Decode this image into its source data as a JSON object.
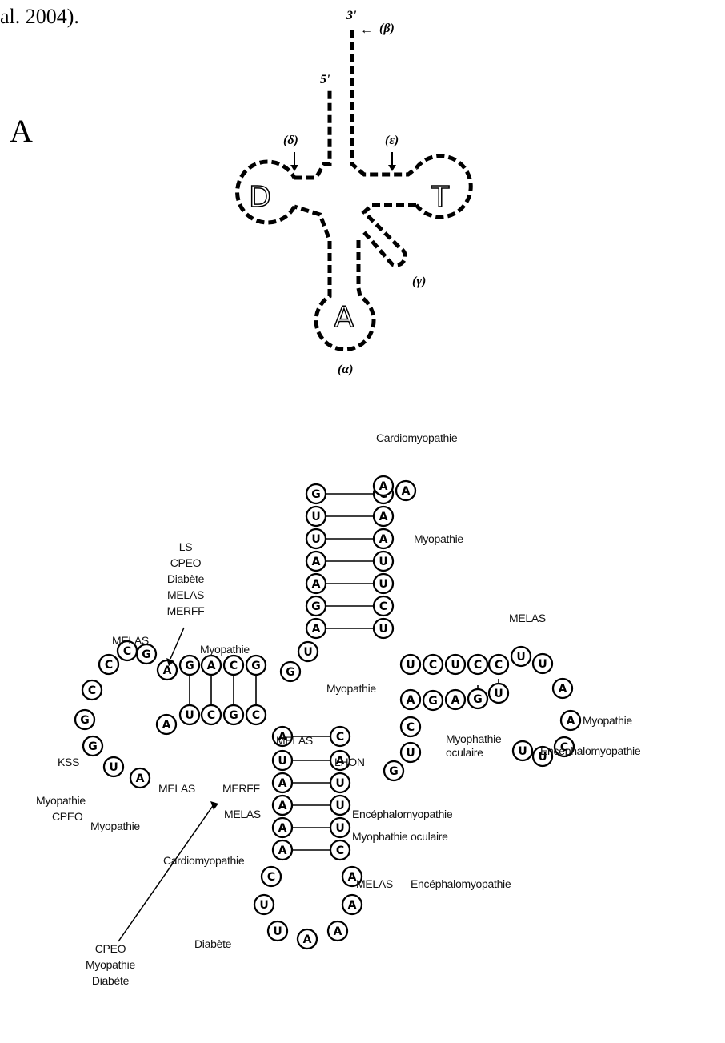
{
  "caption_fragment": "al. 2004).",
  "panel_letter": "A",
  "schematic": {
    "end_3prime": "3'",
    "end_5prime": "5'",
    "arrow_glyph": "←",
    "loop_labels": {
      "d_loop": "D",
      "t_loop": "T",
      "a_loop": "A"
    },
    "markers": {
      "beta": "(β)",
      "delta": "(δ)",
      "epsilon": "(ε)",
      "gamma": "(γ)",
      "alpha": "(α)"
    }
  },
  "trna": {
    "nucleotides": {
      "acceptor_5": [
        "G",
        "U",
        "U",
        "A",
        "A",
        "G",
        "A"
      ],
      "acceptor_3": [
        "C",
        "A",
        "A",
        "U",
        "U",
        "C",
        "U"
      ],
      "acceptor_tail": [
        "A",
        "A"
      ],
      "connector_top": [
        "U",
        "G"
      ],
      "d_stem_top": [
        "G",
        "A",
        "C",
        "G"
      ],
      "d_stem_bottom": [
        "A",
        "U",
        "C",
        "G",
        "C"
      ],
      "d_loop": [
        "A",
        "G",
        "C",
        "C",
        "C",
        "G",
        "G",
        "U",
        "A"
      ],
      "t_stem_top": [
        "U",
        "C",
        "U",
        "C",
        "C"
      ],
      "t_stem_bottom": [
        "A",
        "G",
        "A",
        "G",
        "U"
      ],
      "t_loop": [
        "U",
        "U",
        "A",
        "A",
        "C",
        "U",
        "U"
      ],
      "connector_right": [
        "C",
        "U",
        "G"
      ],
      "anticodon_left": [
        "A",
        "U",
        "A",
        "A",
        "A",
        "A"
      ],
      "anticodon_right": [
        "C",
        "A",
        "U",
        "U",
        "U",
        "C"
      ],
      "anticodon_loop": [
        "C",
        "U",
        "U",
        "A",
        "A",
        "A",
        "A"
      ]
    },
    "annotations": {
      "cardiomyopathie_top": "Cardiomyopathie",
      "myopathie_acceptor": "Myopathie",
      "ls_group": [
        "LS",
        "CPEO",
        "Diabète",
        "MELAS",
        "MERFF"
      ],
      "melas_dloop": "MELAS",
      "myopathie_dstem": "Myopathie",
      "melas_tloop": "MELAS",
      "myopathie_connector": "Myopathie",
      "myopathie_tloop": "Myopathie",
      "encephalo_tloop": "Encéphalomyopathie",
      "myophathie_oculaire_stem": [
        "Myophathie",
        "oculaire"
      ],
      "kss": "KSS",
      "melas_junction": "MELAS",
      "lhon": "LHON",
      "merff_junction": "MERFF",
      "melas_dloop_bottom": "MELAS",
      "myopathie_cpeo_left": [
        "Myopathie",
        "CPEO"
      ],
      "myopathie_left": "Myopathie",
      "melas_ac1": "MELAS",
      "encephalo_ac1": "Encéphalomyopathie",
      "myophathie_oculaire_ac2": "Myophathie oculaire",
      "cardiomyopathie_ac3": "Cardiomyopathie",
      "melas_ac4": "MELAS",
      "encephalo_ac4": "Encéphalomyopathie",
      "cpeo_group": [
        "CPEO",
        "Myopathie",
        "Diabète"
      ],
      "diabete_loop": "Diabète"
    }
  }
}
